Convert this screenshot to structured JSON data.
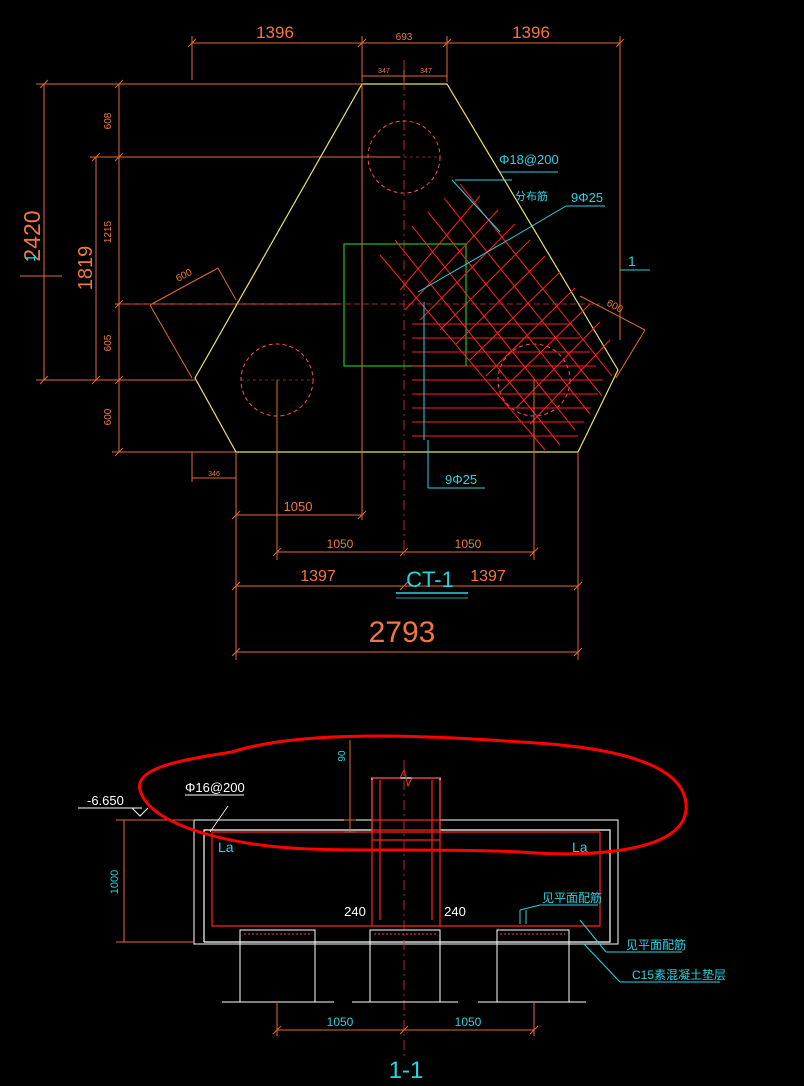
{
  "plan": {
    "top_dims": [
      "1396",
      "693",
      "1396"
    ],
    "top_small": [
      "347",
      "347"
    ],
    "left_outer": "2420",
    "left_mid": "1819",
    "left_inner": [
      "608",
      "1215",
      "605",
      "600"
    ],
    "side_600_left": "600",
    "side_600_right": "600",
    "small_346": "346",
    "dim_1050_inner": "1050",
    "bottom_1050": [
      "1050",
      "1050"
    ],
    "bottom_1397": [
      "1397",
      "1397"
    ],
    "bottom_total": "2793",
    "title": "CT-1",
    "rebar_label": "Φ18@200",
    "dist_label": "分布筋",
    "rebar_9_top": "9Φ25",
    "rebar_9_bottom": "9Φ25",
    "section_mark": "1"
  },
  "section": {
    "elevation": "-6.650",
    "rebar": "Φ16@200",
    "la_left": "La",
    "la_right": "La",
    "dim_90": "90",
    "dim_1000": "1000",
    "dim_240_left": "240",
    "dim_240_right": "240",
    "note_1": "见平面配筋",
    "note_2": "见平面配筋",
    "note_3": "C15素混凝土垫层",
    "bottom_1050": [
      "1050",
      "1050"
    ],
    "title": "1-1"
  },
  "colors": {
    "background": "#000000",
    "dimension": "#e06a35",
    "outline_yellow": "#e8e070",
    "rebar_red": "#ff2020",
    "text_cyan": "#29d4e0",
    "column_green": "#20c020",
    "white": "#ffffff",
    "highlight_red": "#ff0000"
  }
}
